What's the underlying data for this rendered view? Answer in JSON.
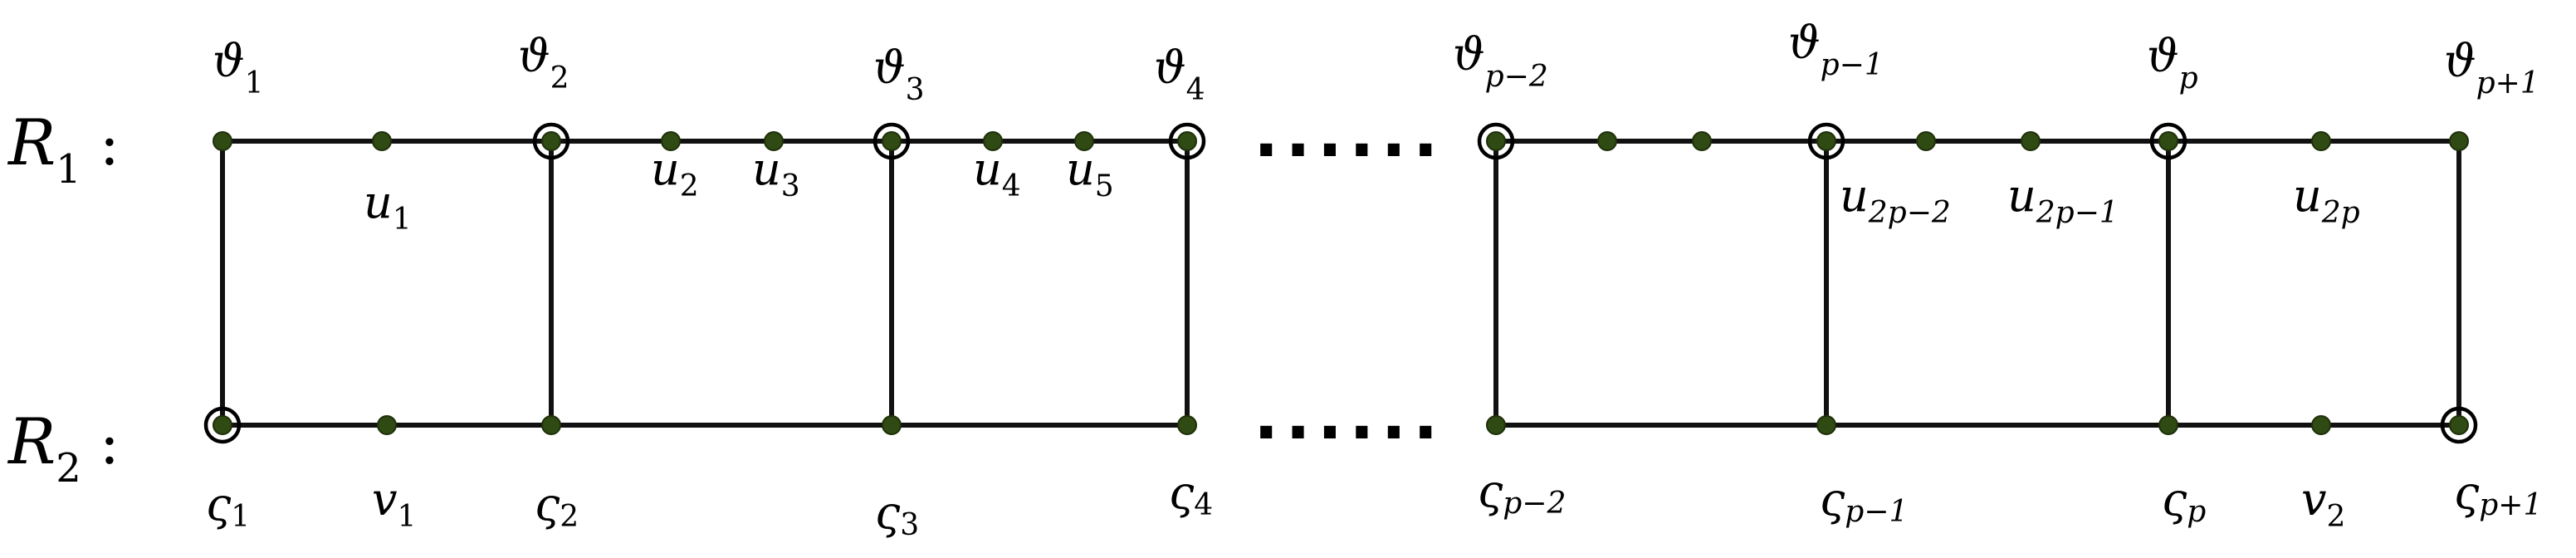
{
  "rows": {
    "r1": {
      "sym": "R",
      "sub": "1",
      "colon": ":"
    },
    "r2": {
      "sym": "R",
      "sub": "2",
      "colon": ":"
    }
  },
  "ellipsis": {
    "top": "......",
    "bottom": "......"
  },
  "top_labels": {
    "t1": {
      "sym": "ϑ",
      "sub": "1"
    },
    "t2": {
      "sym": "ϑ",
      "sub": "2"
    },
    "t3": {
      "sym": "ϑ",
      "sub": "3"
    },
    "t4": {
      "sym": "ϑ",
      "sub": "4"
    },
    "tp2": {
      "sym": "ϑ",
      "sub": "p−2"
    },
    "tp1": {
      "sym": "ϑ",
      "sub": "p−1"
    },
    "tp": {
      "sym": "ϑ",
      "sub": "p"
    },
    "tpp1": {
      "sym": "ϑ",
      "sub": "p+1"
    }
  },
  "u_labels": {
    "u1": {
      "sym": "u",
      "sub": "1"
    },
    "u2": {
      "sym": "u",
      "sub": "2"
    },
    "u3": {
      "sym": "u",
      "sub": "3"
    },
    "u4": {
      "sym": "u",
      "sub": "4"
    },
    "u5": {
      "sym": "u",
      "sub": "5"
    },
    "u2p2": {
      "sym": "u",
      "sub": "2p−2"
    },
    "u2p1": {
      "sym": "u",
      "sub": "2p−1"
    },
    "u2p": {
      "sym": "u",
      "sub": "2p"
    }
  },
  "bottom_labels": {
    "b1": {
      "sym": "ς",
      "sub": "1"
    },
    "b2": {
      "sym": "ς",
      "sub": "2"
    },
    "b3": {
      "sym": "ς",
      "sub": "3"
    },
    "b4": {
      "sym": "ς",
      "sub": "4"
    },
    "bp2": {
      "sym": "ς",
      "sub": "p−2"
    },
    "bp1": {
      "sym": "ς",
      "sub": "p−1"
    },
    "bp": {
      "sym": "ς",
      "sub": "p"
    },
    "bpp1": {
      "sym": "ς",
      "sub": "p+1"
    }
  },
  "v_labels": {
    "v1": {
      "sym": "v",
      "sub": "1"
    },
    "v2": {
      "sym": "v",
      "sub": "2"
    }
  }
}
